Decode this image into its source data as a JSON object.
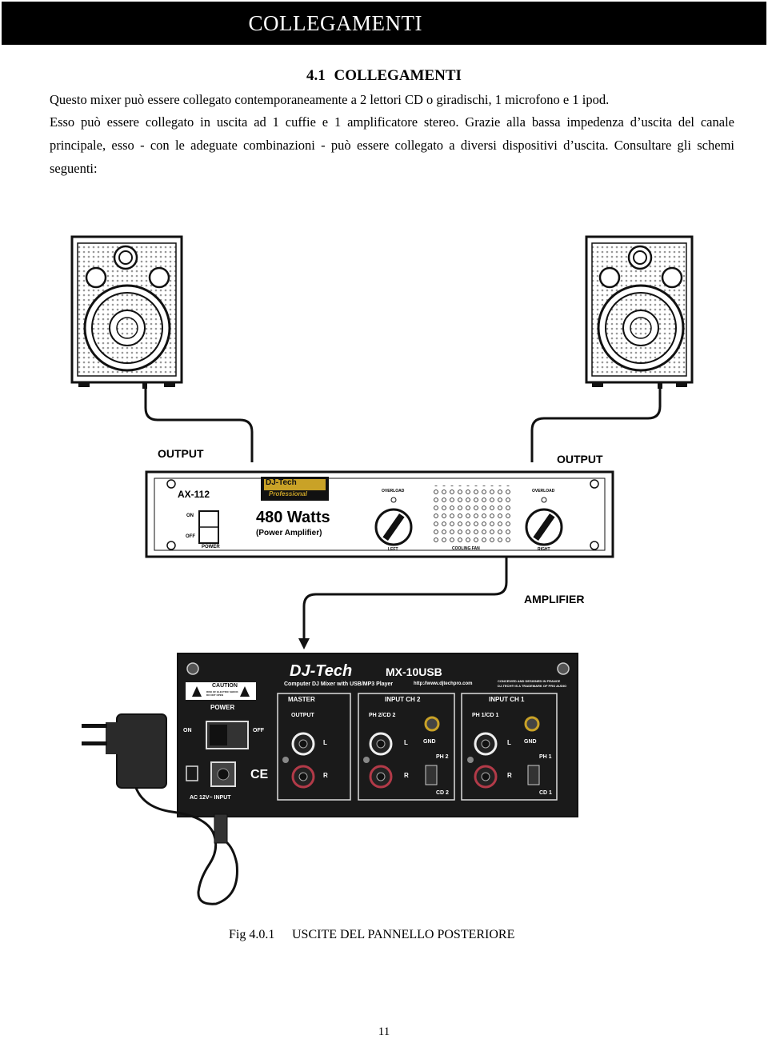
{
  "header": {
    "title": "COLLEGAMENTI"
  },
  "section": {
    "number": "4.1",
    "title": "COLLEGAMENTI"
  },
  "paragraphs": [
    "Questo mixer può essere collegato contemporaneamente a 2 lettori CD o giradischi, 1 microfono e 1 ipod.",
    "Esso può essere collegato in uscita ad 1 cuffie e 1 amplificatore stereo. Grazie alla bassa impedenza d’uscita del canale principale, esso - con le adeguate combinazioni - può essere collegato a diversi dispositivi d’uscita. Consultare gli schemi seguenti:"
  ],
  "figure": {
    "labels": {
      "output_left": "OUTPUT",
      "output_right": "OUTPUT",
      "amplifier": "AMPLIFIER"
    },
    "amp_panel": {
      "model": "AX-112",
      "brand_line1": "DJ-Tech",
      "brand_line2": "Professional",
      "watts": "480 Watts",
      "subtitle": "(Power Amplifier)",
      "power": "POWER",
      "on": "ON",
      "off": "OFF",
      "overload_left": "OVERLOAD",
      "overload_right": "OVERLOAD",
      "left": "LEFT",
      "right": "RIGHT",
      "cooling_fan": "COOLING FAN"
    },
    "mixer_panel": {
      "brand": "DJ-Tech",
      "model": "MX-10USB",
      "subtitle": "Computer DJ Mixer with USB/MP3 Player",
      "url": "http://www.djtechpro.com",
      "designed": "CONCEIVED AND DESIGNED IN FRANCE",
      "trademark": "DJ-TECH® IS A TRADEMARK OF PRO AUDIO",
      "caution": "CAUTION",
      "caution_sub": "RISK OF ELECTRIC SHOCK DO NOT OPEN",
      "power": "POWER",
      "on": "ON",
      "off": "OFF",
      "ac_input": "AC 12V~ INPUT",
      "ce": "CE",
      "master": "MASTER",
      "output": "OUTPUT",
      "input_ch2": "INPUT CH 2",
      "input_ch1": "INPUT CH 1",
      "ph2cd2": "PH 2/CD 2",
      "ph1cd1": "PH 1/CD 1",
      "gnd": "GND",
      "ph2": "PH 2",
      "cd2": "CD 2",
      "ph1": "PH 1",
      "cd1": "CD 1",
      "l": "L",
      "r": "R"
    },
    "caption_num": "Fig 4.0.1",
    "caption_text": "USCITE DEL PANNELLO POSTERIORE"
  },
  "page_number": "11"
}
